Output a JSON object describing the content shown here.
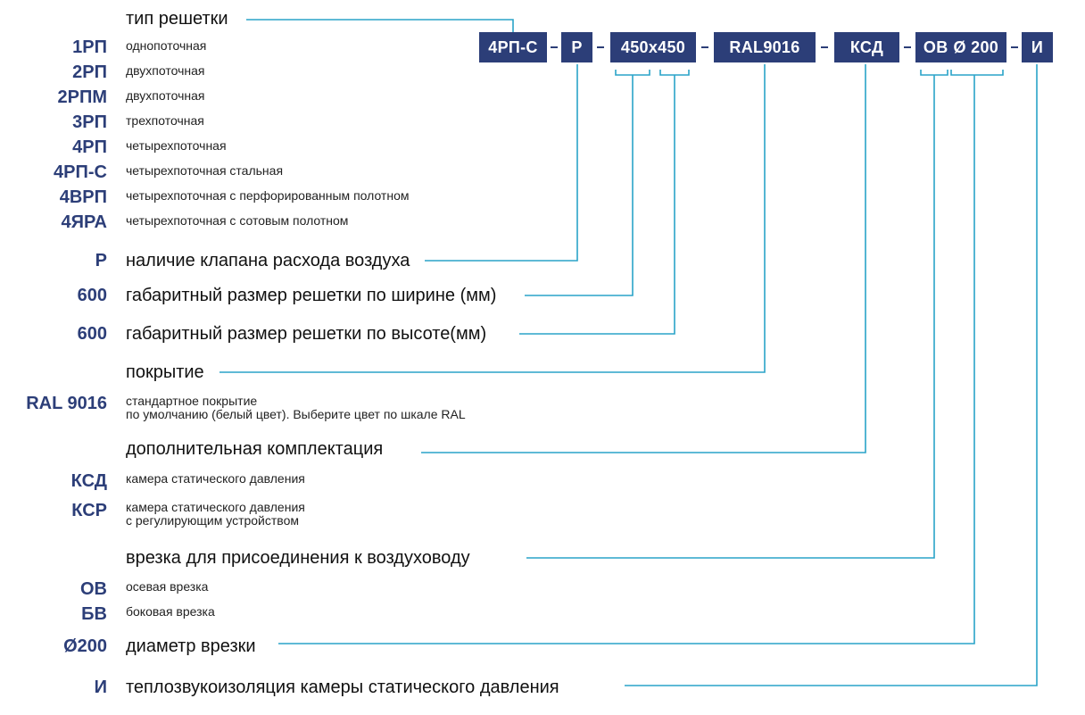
{
  "code_boxes": {
    "type": "4РП-С",
    "valve": "Р",
    "size": "450x450",
    "coating": "RAL9016",
    "extra": "КСД",
    "cut": "ОВ",
    "diameter": "Ø 200",
    "insulation": "И"
  },
  "type_section": {
    "header": "тип решетки",
    "items": [
      {
        "code": "1РП",
        "desc": "однопоточная"
      },
      {
        "code": "2РП",
        "desc": "двухпоточная"
      },
      {
        "code": "2РПМ",
        "desc": "двухпоточная"
      },
      {
        "code": "3РП",
        "desc": "трехпоточная"
      },
      {
        "code": "4РП",
        "desc": "четырехпоточная"
      },
      {
        "code": "4РП-С",
        "desc": "четырехпоточная стальная"
      },
      {
        "code": "4ВРП",
        "desc": "четырехпоточная с перфорированным полотном"
      },
      {
        "code": "4ЯРА",
        "desc": "четырехпоточная с сотовым полотном"
      }
    ]
  },
  "valve_row": {
    "code": "Р",
    "desc": "наличие клапана расхода воздуха"
  },
  "width_row": {
    "code": "600",
    "desc": "габаритный размер решетки по ширине (мм)"
  },
  "height_row": {
    "code": "600",
    "desc": "габаритный размер решетки по высоте(мм)"
  },
  "coating_section": {
    "header": "покрытие",
    "code": "RAL 9016",
    "desc_line1": "стандартное покрытие",
    "desc_line2": "по умолчанию (белый цвет). Выберите цвет по шкале RAL"
  },
  "extra_section": {
    "header": "дополнительная комплектация",
    "items": [
      {
        "code": "КСД",
        "desc_line1": "камера статического давления",
        "desc_line2": ""
      },
      {
        "code": "КСР",
        "desc_line1": "камера статического давления",
        "desc_line2": "с регулирующим устройством"
      }
    ]
  },
  "cut_section": {
    "header": "врезка для присоединения к воздуховоду",
    "items": [
      {
        "code": "ОВ",
        "desc": "осевая врезка"
      },
      {
        "code": "БВ",
        "desc": "боковая врезка"
      }
    ]
  },
  "diameter_row": {
    "code": "Ø200",
    "desc": "диаметр врезки"
  },
  "insulation_row": {
    "code": "И",
    "desc": "теплозвукоизоляция камеры статического давления"
  },
  "colors": {
    "box": "#2c3e78",
    "connector": "#2aa3c8",
    "code_text": "#2c3e78"
  }
}
